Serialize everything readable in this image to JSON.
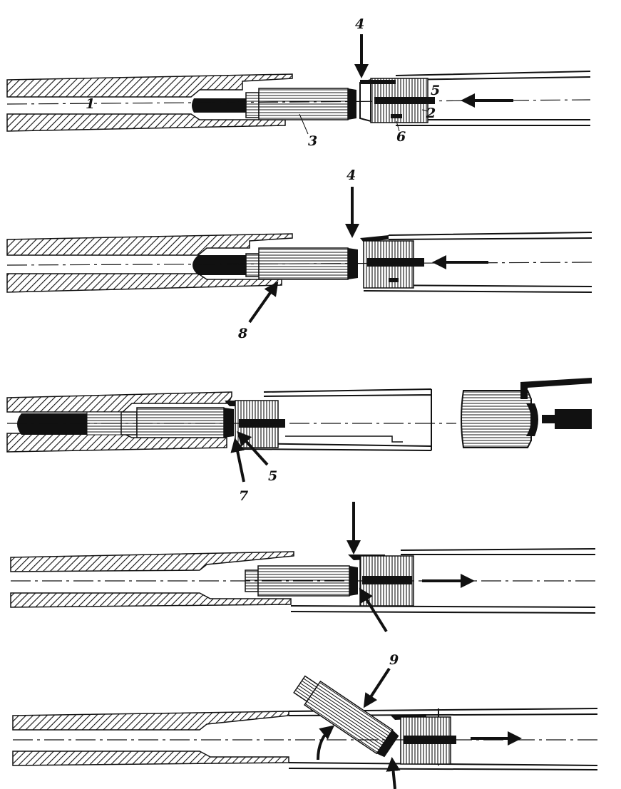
{
  "diagram": {
    "colors": {
      "ink": "#111111",
      "paper": "#ffffff"
    },
    "stages": [
      {
        "id": "stage-1",
        "labels": [
          "1",
          "3",
          "4",
          "5",
          "2",
          "6"
        ],
        "bolt_motion": "left"
      },
      {
        "id": "stage-2",
        "labels": [
          "4",
          "8"
        ],
        "bolt_motion": "left"
      },
      {
        "id": "stage-3",
        "labels": [
          "7",
          "5"
        ],
        "bolt_motion": "none"
      },
      {
        "id": "stage-4",
        "labels": [],
        "bolt_motion": "right"
      },
      {
        "id": "stage-5",
        "labels": [
          "9"
        ],
        "bolt_motion": "right"
      }
    ]
  }
}
